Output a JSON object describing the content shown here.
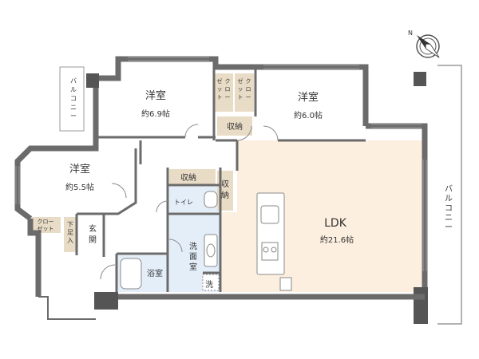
{
  "colors": {
    "wall": "#6b6b6b",
    "wall_dark": "#555555",
    "room": "#ffffff",
    "ldk_floor": "#fcefdf",
    "closet_floor": "#e9dcc6",
    "wet_floor": "#e3eef9",
    "balcony": "#ffffff",
    "line": "#8a8a8a",
    "text": "#333333"
  },
  "rooms": {
    "western1": {
      "name": "洋室",
      "size": "約6.9帖"
    },
    "western2": {
      "name": "洋室",
      "size": "約6.0帖"
    },
    "western3": {
      "name": "洋室",
      "size": "約5.5帖"
    },
    "ldk": {
      "name": "LDK",
      "size": "約21.6帖"
    },
    "entrance": {
      "name": "玄関"
    },
    "shoe_storage": {
      "name": "下足入"
    },
    "closet_small": {
      "name": "クローゼット"
    },
    "closet_a": {
      "name": "クローゼット"
    },
    "closet_b": {
      "name": "クローゼット"
    },
    "storage1": {
      "name": "収納"
    },
    "storage2": {
      "name": "収納"
    },
    "storage3": {
      "name": "収納"
    },
    "toilet": {
      "name": "トイレ"
    },
    "washroom": {
      "name": "洗面室"
    },
    "bath": {
      "name": "浴室"
    },
    "laundry": {
      "name": "洗"
    }
  },
  "balconies": {
    "left": "バルコニー",
    "right": "バルコニー"
  },
  "compass": {
    "label": "N",
    "icon": "compass-icon"
  }
}
